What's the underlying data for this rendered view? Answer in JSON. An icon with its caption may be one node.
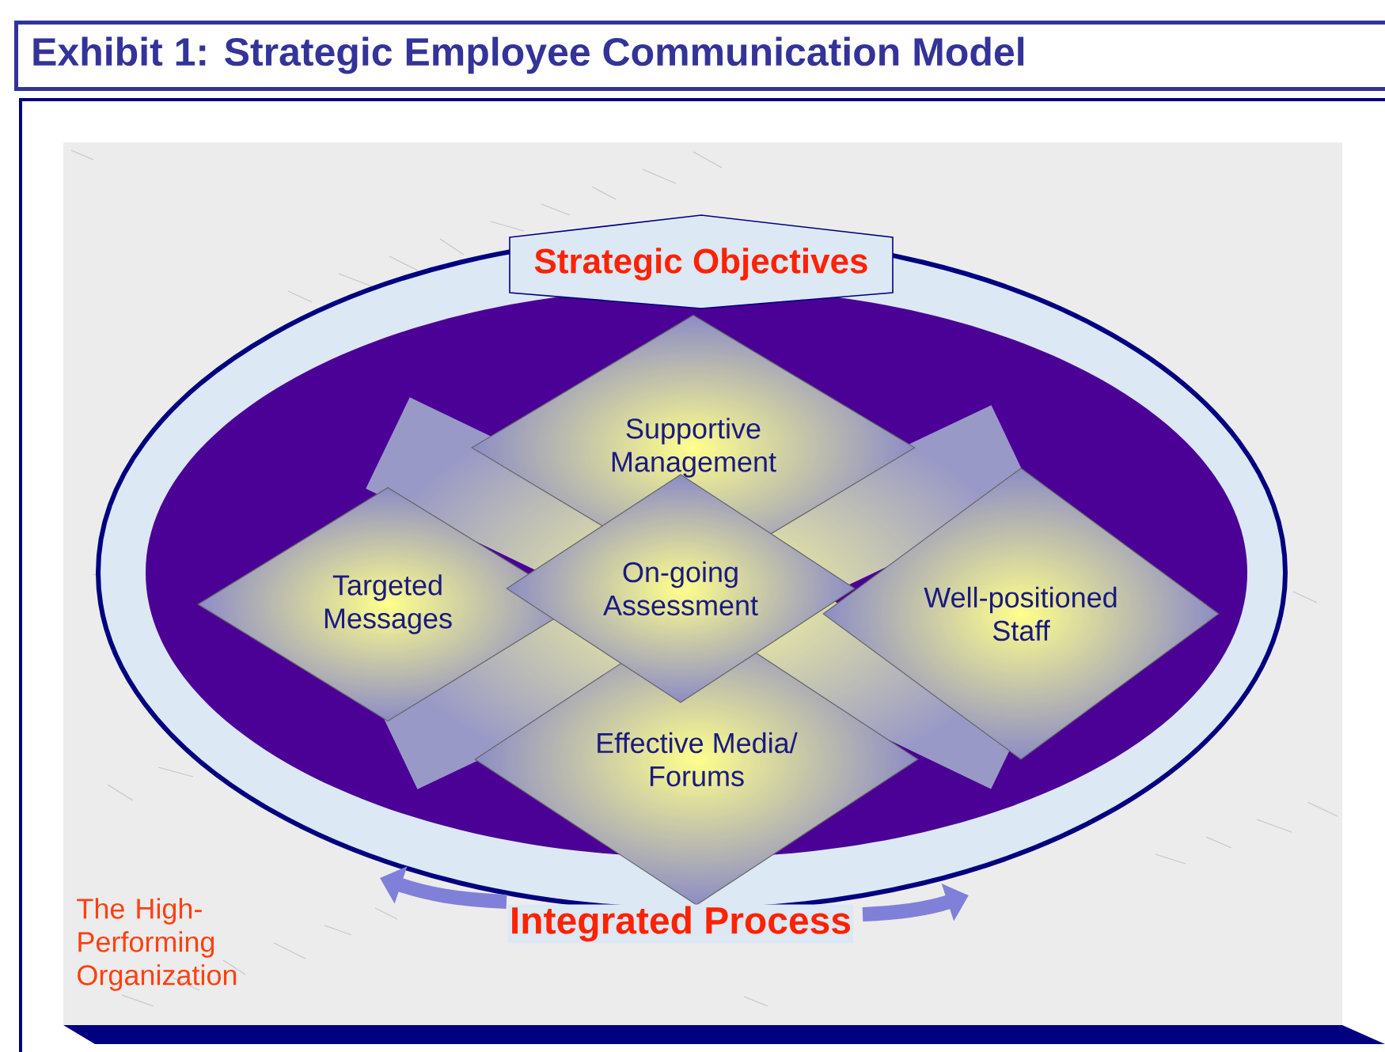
{
  "diagram": {
    "title": "Exhibit 1:  Strategic Employee Communication Model",
    "nodes": [
      {
        "text": [
          "Supportive Management"
        ]
      },
      {
        "text": [
          "Targeted Messages"
        ]
      },
      {
        "text": [
          "On-going Assessment"
        ]
      },
      {
        "text": [
          "Well-positioned Staff"
        ]
      },
      {
        "text": [
          "Effective Media/ Forums"
        ]
      }
    ],
    "labels": [
      "Strategic Objectives",
      "Integrated Process",
      "The High-Performing Organization"
    ]
  }
}
